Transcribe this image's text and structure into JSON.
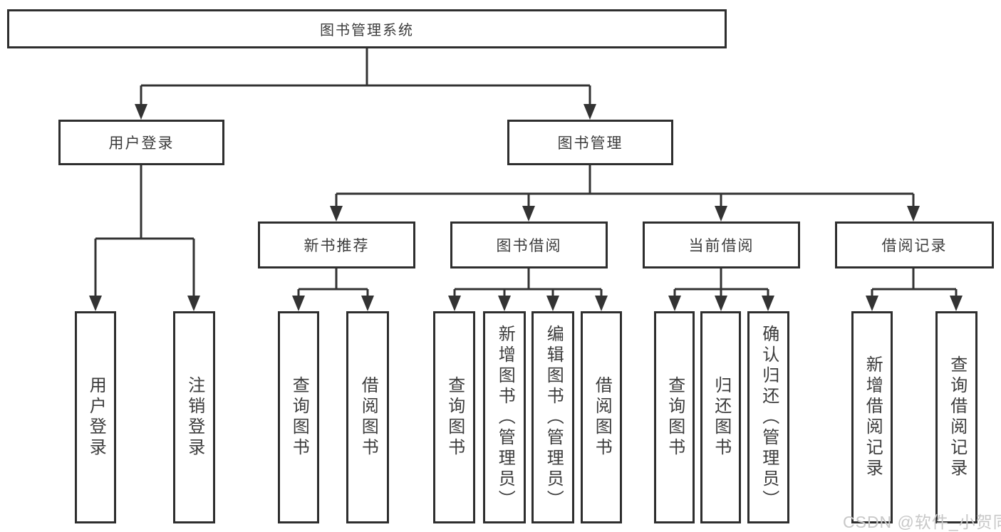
{
  "diagram": {
    "title": "图书管理系统",
    "user_login": {
      "label": "用户登录",
      "children": [
        {
          "label": "用户登录"
        },
        {
          "label": "注销登录"
        }
      ]
    },
    "book_mgmt": {
      "label": "图书管理",
      "sections": [
        {
          "label": "新书推荐",
          "children": [
            {
              "label": "查询图书"
            },
            {
              "label": "借阅图书"
            }
          ]
        },
        {
          "label": "图书借阅",
          "children": [
            {
              "label": "查询图书"
            },
            {
              "label": "新增图书（管理员）"
            },
            {
              "label": "编辑图书（管理员）"
            },
            {
              "label": "借阅图书"
            }
          ]
        },
        {
          "label": "当前借阅",
          "children": [
            {
              "label": "查询图书"
            },
            {
              "label": "归还图书"
            },
            {
              "label": "确认归还（管理员）"
            }
          ]
        },
        {
          "label": "借阅记录",
          "children": [
            {
              "label": "新增借阅记录"
            },
            {
              "label": "查询借阅记录"
            }
          ]
        }
      ]
    }
  },
  "watermark": {
    "text": "CSDN @软件_小贺同学"
  },
  "colors": {
    "line": "#333333",
    "box_border": "#2e2e2e",
    "text": "#3c3c3c",
    "watermark": "#c8c8c8",
    "background": "#ffffff"
  }
}
